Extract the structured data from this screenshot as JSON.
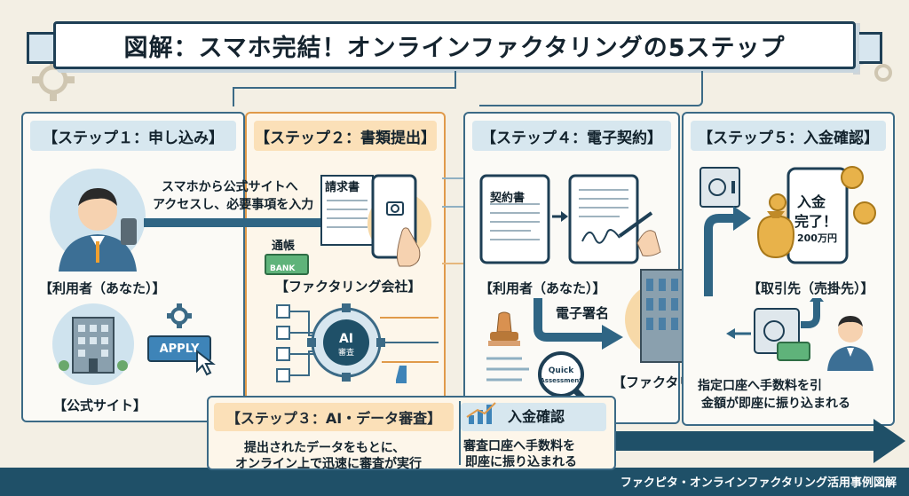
{
  "title": "図解：スマホ完結！オンラインファクタリングの5ステップ",
  "steps": {
    "s1": {
      "header": "【ステップ１：申し込み】",
      "user_label": "【利用者（あなた）】",
      "site_label": "【公式サイト】",
      "apply_button": "APPLY"
    },
    "arrow_text": {
      "line1": "スマホから公式サイトへ",
      "line2": "アクセスし、必要事項を入力"
    },
    "s2": {
      "header": "【ステップ２：書類提出】",
      "invoice": "請求書",
      "passbook": "通帳",
      "bank": "BANK",
      "company_label": "【ファクタリング会社】",
      "ai_badge": "AI",
      "ai_sub": "審査"
    },
    "s3": {
      "header": "【ステップ３：AI・データ審査】",
      "text_line1": "提出されたデータをもとに、",
      "text_line2": "オンライン上で迅速に審査が実行",
      "quick": "Quick",
      "assessment": "Assessment"
    },
    "deposit": {
      "header": "入金確認",
      "text_line1": "審査口座へ手数料を",
      "text_line2": "即座に振り込まれる"
    },
    "s4": {
      "header": "【ステップ４：電子契約】",
      "contract": "契約書",
      "user_label": "【利用者（あなた）】",
      "esign": "電子署名",
      "company_label": "【ファクタリング会社】"
    },
    "s5": {
      "header": "【ステップ５：入金確認】",
      "phone_line1": "入金",
      "phone_line2": "完了！",
      "amount": "200万円",
      "partner_label": "【取引先（売掛先）】",
      "text_line1": "指定口座へ手数料を引",
      "text_line2": "金額が即座に振り込まれる"
    }
  },
  "footer": "ファクピタ・オンラインファクタリング活用事例図解",
  "colors": {
    "navy": "#1e3f55",
    "teal": "#3b6a86",
    "orange": "#e09a4a",
    "background": "#f3efe4"
  }
}
